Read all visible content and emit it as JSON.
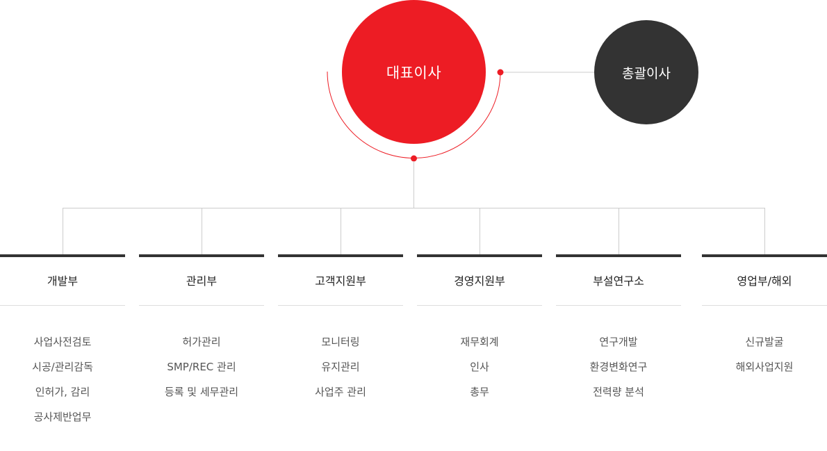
{
  "colors": {
    "ceo": "#ed1c24",
    "gm": "#333333",
    "line": "#cccccc",
    "accent_line": "#ed1c24",
    "bar": "#333333"
  },
  "ceo": {
    "label": "대표이사"
  },
  "gm": {
    "label": "총괄이사"
  },
  "departments": [
    {
      "title": "개발부",
      "items": [
        "사업사전검토",
        "시공/관리감독",
        "인허가, 감리",
        "공사제반업무"
      ]
    },
    {
      "title": "관리부",
      "items": [
        "허가관리",
        "SMP/REC 관리",
        "등록 및 세무관리"
      ]
    },
    {
      "title": "고객지원부",
      "items": [
        "모니터링",
        "유지관리",
        "사업주 관리"
      ]
    },
    {
      "title": "경영지원부",
      "items": [
        "재무회계",
        "인사",
        "총무"
      ]
    },
    {
      "title": "부설연구소",
      "items": [
        "연구개발",
        "환경변화연구",
        "전력량 분석"
      ]
    },
    {
      "title": "영업부/해외",
      "items": [
        "신규발굴",
        "해외사업지원"
      ]
    }
  ]
}
